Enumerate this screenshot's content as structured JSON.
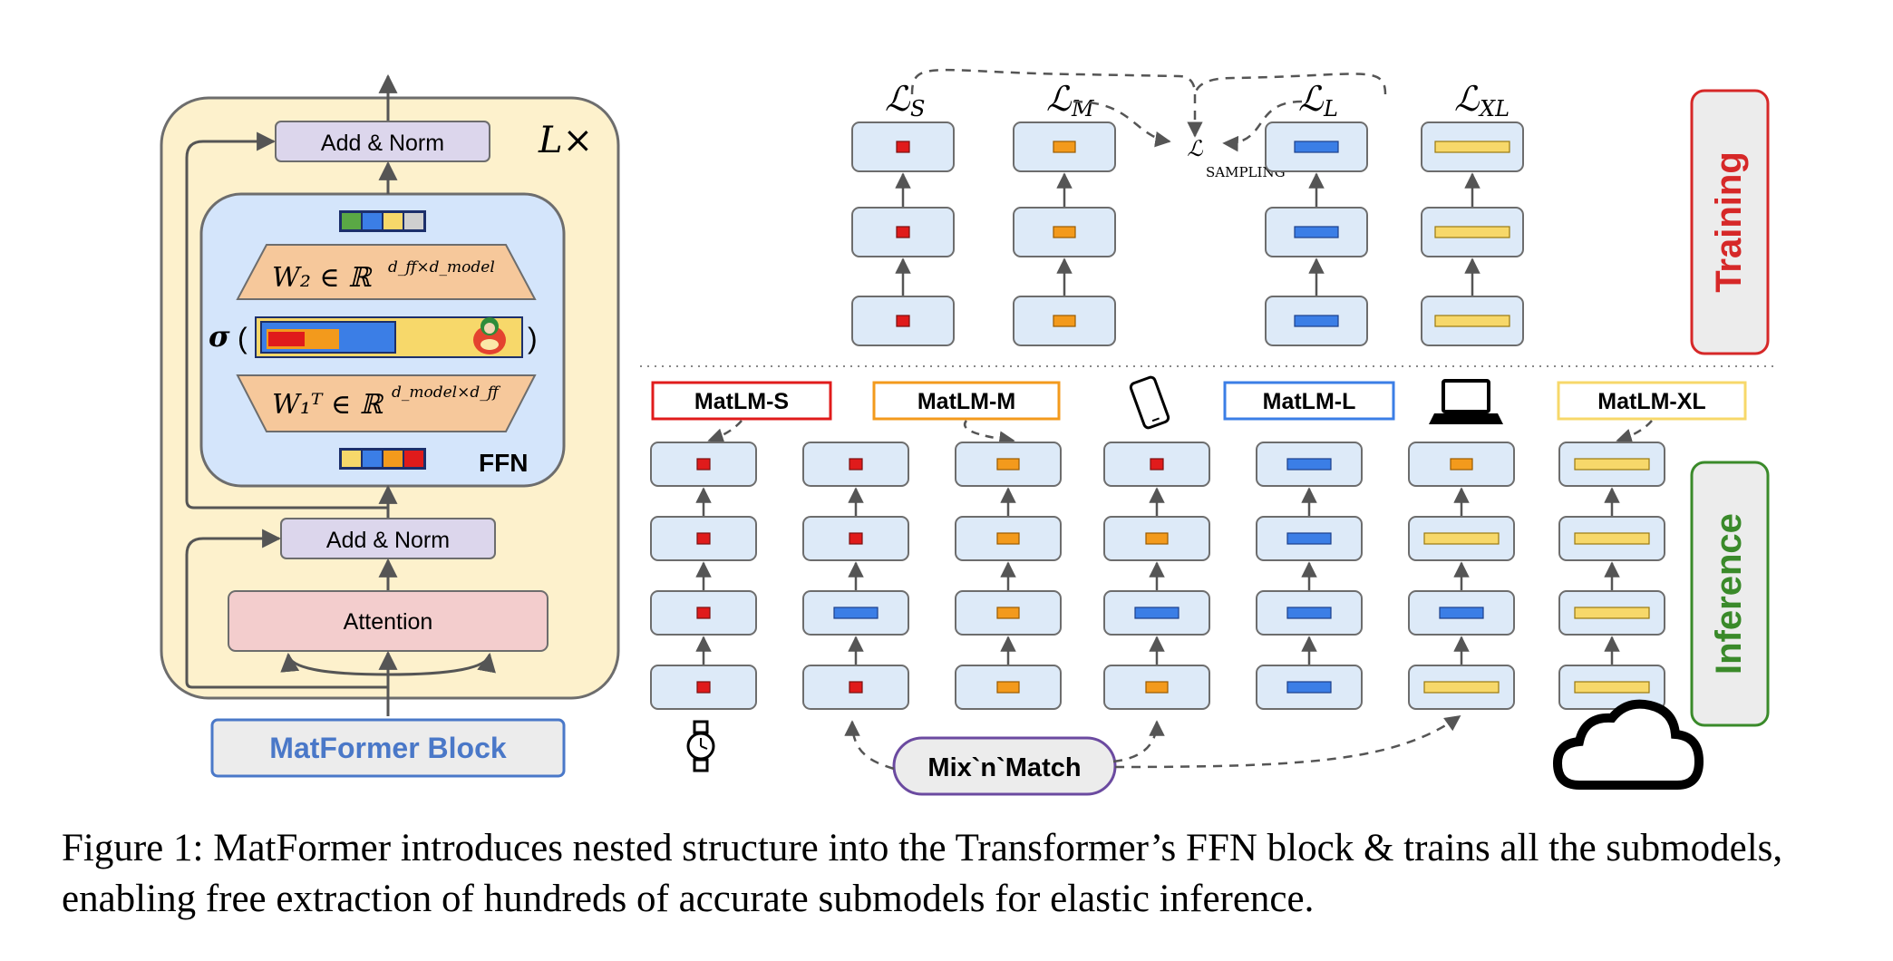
{
  "matformer_block": {
    "add_norm_top": "Add & Norm",
    "add_norm_bottom": "Add & Norm",
    "attention": "Attention",
    "ffn": "FFN",
    "repeat": "L×",
    "w2": "W₂ ∈ ℝ",
    "w2_sup": "d_ff×d_model",
    "w1": "W₁ᵀ ∈ ℝ",
    "w1_sup": "d_model×d_ff",
    "sigma": "σ",
    "paren_open": "(",
    "paren_close": ")",
    "title": "MatFormer Block",
    "colors": {
      "background": "#fdf1cc",
      "ffn": "#d4e5fb",
      "weights": "#f6c89b",
      "add_norm": "#dcd6ec",
      "attention": "#f3cdcd",
      "title": "#4a78c8"
    }
  },
  "training": {
    "label": "Training",
    "losses": [
      "S",
      "M",
      "L",
      "XL"
    ],
    "sampling_loss": "SAMPLING",
    "loss_symbol": "ℒ",
    "columns": [
      "S",
      "M",
      "L",
      "XL"
    ]
  },
  "inference": {
    "label": "Inference",
    "model_labels": [
      "MatLM-S",
      "MatLM-M",
      "MatLM-L",
      "MatLM-XL"
    ],
    "columns": [
      [
        "S",
        "S",
        "S",
        "S"
      ],
      [
        "S",
        "L",
        "S",
        "S"
      ],
      [
        "M",
        "M",
        "M",
        "M"
      ],
      [
        "M",
        "L",
        "M",
        "S"
      ],
      [
        "L",
        "L",
        "L",
        "L"
      ],
      [
        "XL",
        "L",
        "XL",
        "M"
      ],
      [
        "XL",
        "XL",
        "XL",
        "XL"
      ]
    ],
    "mix_n_match": "Mix`n`Match",
    "devices": [
      "watch-icon",
      "phone-icon",
      "laptop-icon",
      "cloud-icon"
    ]
  },
  "colors": {
    "S": "#e01b1b",
    "M": "#f39a1c",
    "L": "#3b7ee6",
    "XL": "#f7d86a",
    "block": "#ddeaf8",
    "training": "#d62828",
    "inference": "#3a8a2a"
  },
  "caption": "Figure 1: MatFormer introduces nested structure into the Transformer’s FFN block & trains all the submodels, enabling free extraction of hundreds of accurate submodels for elastic inference."
}
